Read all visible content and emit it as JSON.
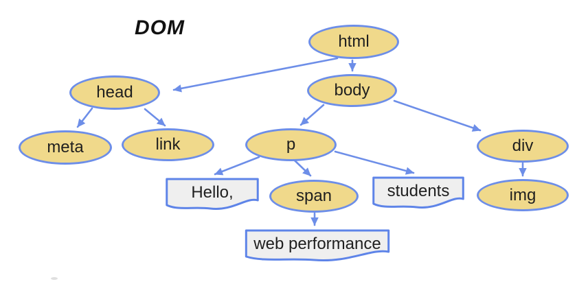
{
  "title": "DOM",
  "colors": {
    "node_fill": "#F0D98B",
    "node_border": "#6D8EE8",
    "text_node_fill": "#EFEFEF",
    "text_node_border": "#5E84E8",
    "arrow": "#6D8EE8",
    "label_text": "#1F1F1F",
    "background": "#FFFFFF"
  },
  "nodes": {
    "html": {
      "label": "html",
      "type": "element"
    },
    "head": {
      "label": "head",
      "type": "element"
    },
    "body": {
      "label": "body",
      "type": "element"
    },
    "meta": {
      "label": "meta",
      "type": "element"
    },
    "link": {
      "label": "link",
      "type": "element"
    },
    "p": {
      "label": "p",
      "type": "element"
    },
    "div": {
      "label": "div",
      "type": "element"
    },
    "span": {
      "label": "span",
      "type": "element"
    },
    "img": {
      "label": "img",
      "type": "element"
    },
    "hello": {
      "label": "Hello,",
      "type": "text"
    },
    "students": {
      "label": "students",
      "type": "text"
    },
    "webperf": {
      "label": "web performance",
      "type": "text"
    }
  },
  "edges": [
    {
      "from": "html",
      "to": "head"
    },
    {
      "from": "html",
      "to": "body"
    },
    {
      "from": "head",
      "to": "meta"
    },
    {
      "from": "head",
      "to": "link"
    },
    {
      "from": "body",
      "to": "p"
    },
    {
      "from": "body",
      "to": "div"
    },
    {
      "from": "p",
      "to": "hello"
    },
    {
      "from": "p",
      "to": "span"
    },
    {
      "from": "p",
      "to": "students"
    },
    {
      "from": "span",
      "to": "webperf"
    },
    {
      "from": "div",
      "to": "img"
    }
  ]
}
